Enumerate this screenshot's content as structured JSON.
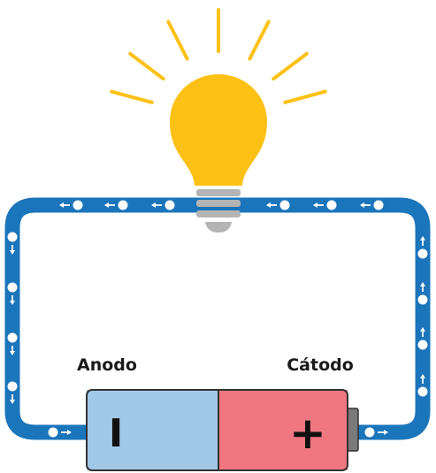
{
  "diagram": {
    "labels": {
      "anode": "Anodo",
      "cathode": "Cátodo",
      "negative_sign": "I",
      "positive_sign": "+"
    },
    "colors": {
      "wire": "#1b75bb",
      "electron": "#ffffff",
      "bulb_glass": "#fdc116",
      "bulb_rays": "#fdc116",
      "bulb_socket": "#b4b4b4",
      "battery_negative": "#a2c8e8",
      "battery_positive": "#f07780",
      "battery_outline": "#333333",
      "battery_terminal": "#7a7a7a"
    },
    "electron_flow": {
      "top_wire": "left",
      "left_wire": "down",
      "bottom_wire": "right",
      "right_wire": "up"
    }
  }
}
